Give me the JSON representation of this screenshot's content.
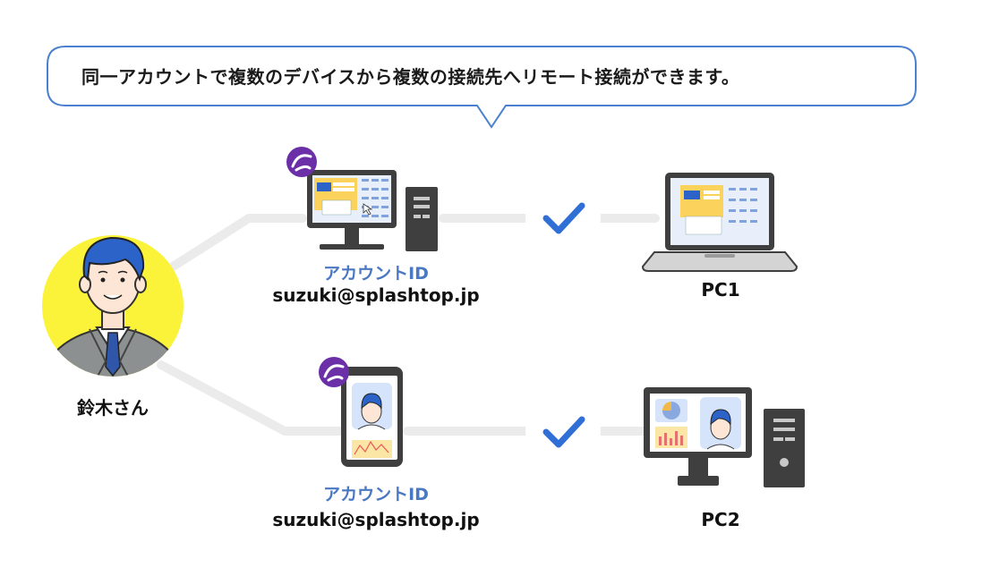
{
  "callout": {
    "text": "同一アカウントで複数のデバイスから複数の接続先へリモート接続ができます。"
  },
  "user": {
    "name": "鈴木さん"
  },
  "devices": [
    {
      "account_label": "アカウントID",
      "account_id": "suzuki@splashtop.jp",
      "target_name": "PC1"
    },
    {
      "account_label": "アカウントID",
      "account_id": "suzuki@splashtop.jp",
      "target_name": "PC2"
    }
  ],
  "icons": {
    "check": "check-icon",
    "app_badge": "splashtop-badge-icon"
  },
  "colors": {
    "accent_blue": "#2f6fd6",
    "label_blue": "#4a78c2",
    "badge_purple": "#6b2fa8",
    "avatar_yellow": "#fbf23a",
    "connector_gray": "#ebebeb"
  }
}
